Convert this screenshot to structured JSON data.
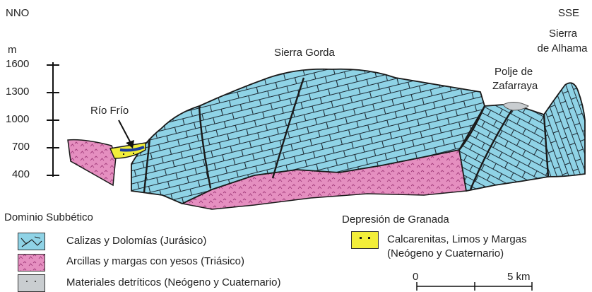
{
  "orientation": {
    "left": "NNO",
    "right": "SSE"
  },
  "axis": {
    "unit": "m",
    "ticks": [
      "1600",
      "1300",
      "1000",
      "700",
      "400"
    ]
  },
  "places": {
    "rio_frio": "Río Frío",
    "sierra_gorda": "Sierra Gorda",
    "polje_line1": "Polje de",
    "polje_line2": "Zafarraya",
    "alhama_line1": "Sierra",
    "alhama_line2": "de Alhama"
  },
  "legend": {
    "subbetico": {
      "title": "Dominio Subbético",
      "items": [
        {
          "label": "Calizas y Dolomías (Jurásico)",
          "color": "#8fd3e6"
        },
        {
          "label": "Arcillas y margas con yesos (Triásico)",
          "color": "#e58fc0"
        },
        {
          "label": "Materiales detríticos (Neógeno y Cuaternario)",
          "color": "#c9cdd0"
        }
      ]
    },
    "granada": {
      "title": "Depresión de Granada",
      "item_line1": "Calcarenitas, Limos y Margas",
      "item_line2": "(Neógeno y Cuaternario)",
      "color": "#f2ee3a"
    }
  },
  "scale": {
    "start": "0",
    "end": "5 km"
  }
}
